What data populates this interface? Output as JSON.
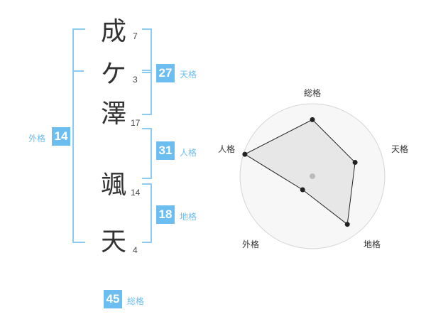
{
  "name": {
    "chars": [
      "成",
      "ケ",
      "澤",
      "颯",
      "天"
    ],
    "strokes": [
      "7",
      "3",
      "17",
      "14",
      "4"
    ]
  },
  "fortunes": {
    "tenkaku": {
      "value": "27",
      "label": "天格"
    },
    "jinkaku": {
      "value": "31",
      "label": "人格"
    },
    "chikaku": {
      "value": "18",
      "label": "地格"
    },
    "gaikaku": {
      "value": "14",
      "label": "外格"
    },
    "soukaku": {
      "value": "45",
      "label": "総格"
    }
  },
  "radar": {
    "labels": {
      "top": "総格",
      "right": "天格",
      "bottom_right": "地格",
      "bottom_left": "外格",
      "left": "人格"
    },
    "levels": 4,
    "values": [
      0.78,
      0.62,
      0.82,
      0.23,
      0.98
    ]
  }
}
